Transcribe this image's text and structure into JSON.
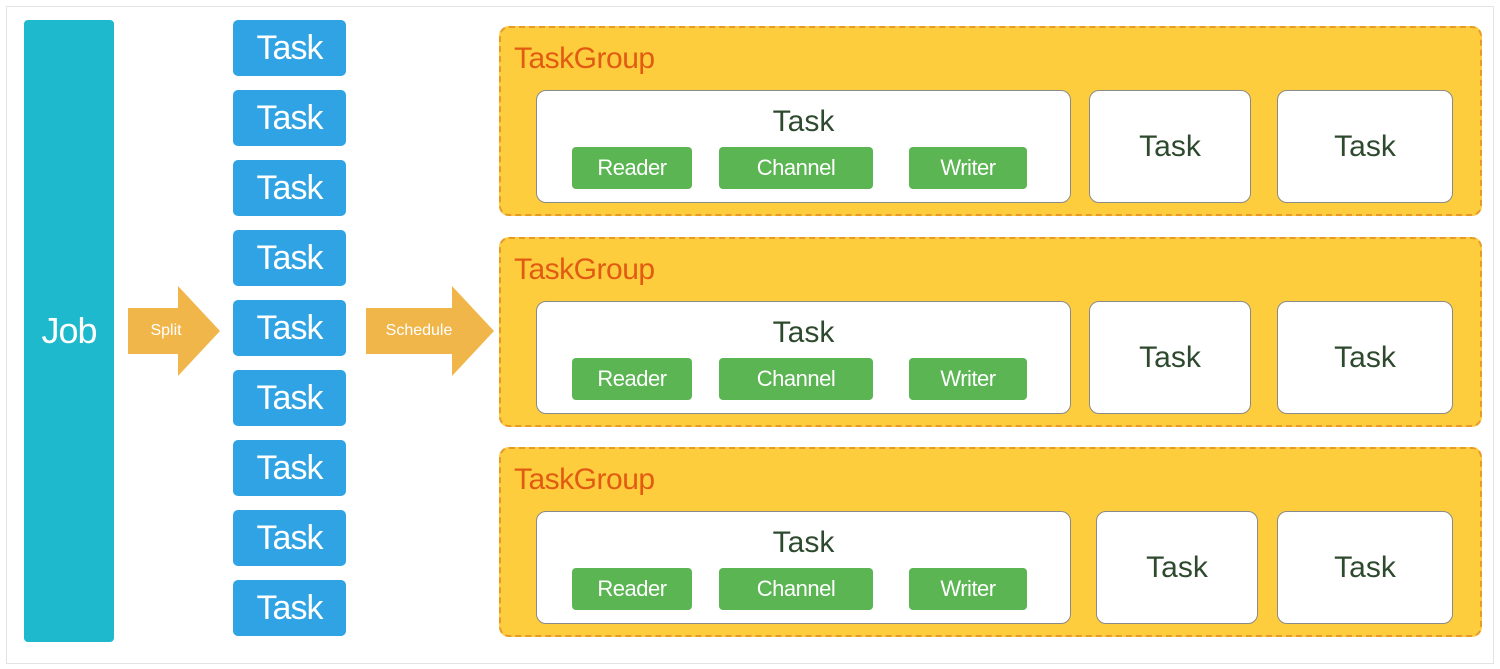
{
  "job": {
    "label": "Job"
  },
  "split": {
    "label": "Split"
  },
  "schedule": {
    "label": "Schedule"
  },
  "tasks": [
    "Task",
    "Task",
    "Task",
    "Task",
    "Task",
    "Task",
    "Task",
    "Task",
    "Task"
  ],
  "task_groups": [
    {
      "title": "TaskGroup",
      "main_task": {
        "label": "Task",
        "components": [
          "Reader",
          "Channel",
          "Writer"
        ]
      },
      "other_tasks": [
        "Task",
        "Task"
      ]
    },
    {
      "title": "TaskGroup",
      "main_task": {
        "label": "Task",
        "components": [
          "Reader",
          "Channel",
          "Writer"
        ]
      },
      "other_tasks": [
        "Task",
        "Task"
      ]
    },
    {
      "title": "TaskGroup",
      "main_task": {
        "label": "Task",
        "components": [
          "Reader",
          "Channel",
          "Writer"
        ]
      },
      "other_tasks": [
        "Task",
        "Task"
      ]
    }
  ],
  "colors": {
    "job": "#1eb9cc",
    "task": "#2fa3e3",
    "arrow": "#f0b64a",
    "taskgroup_fill": "#fdcd3e",
    "taskgroup_title": "#e25b12",
    "component": "#5ab552"
  }
}
